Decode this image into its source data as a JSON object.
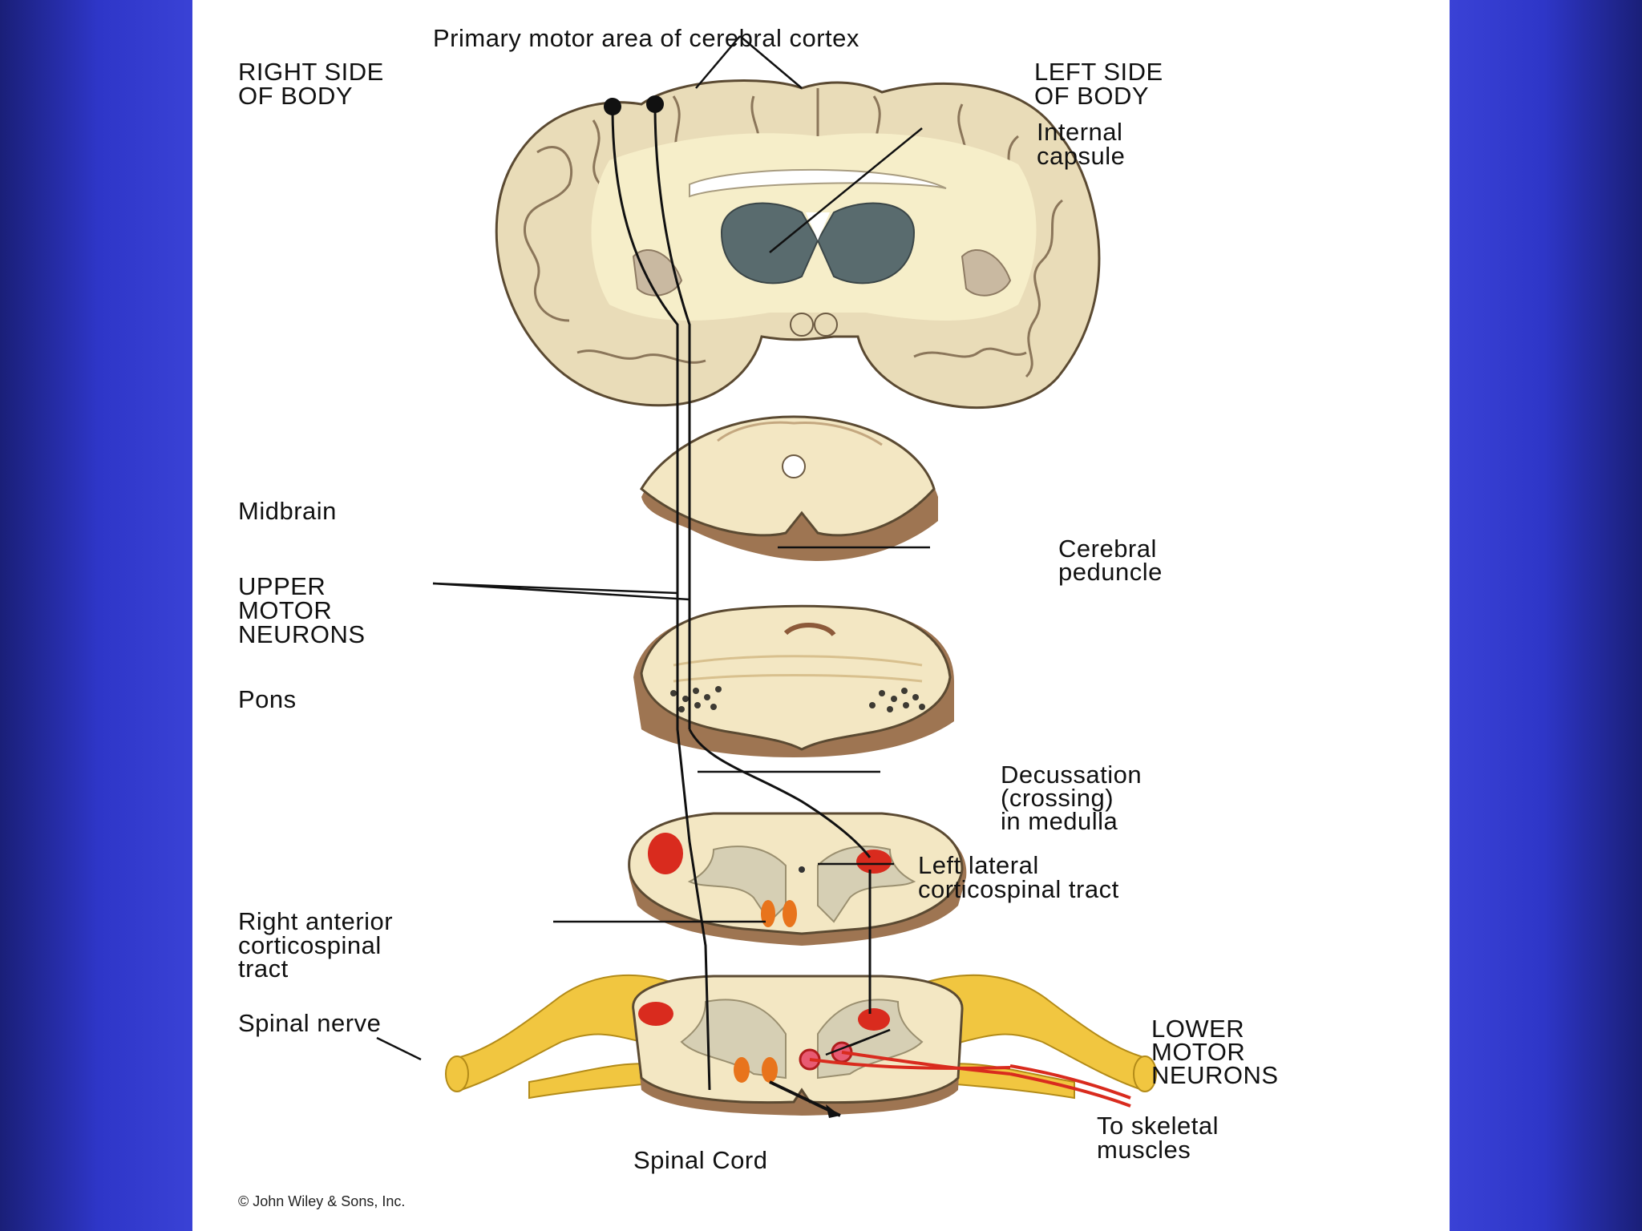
{
  "labels": {
    "primary_motor": "Primary motor area of cerebral cortex",
    "right_side_1": "RIGHT SIDE",
    "right_side_2": "OF BODY",
    "left_side_1": "LEFT SIDE",
    "left_side_2": "OF BODY",
    "internal_capsule_1": "Internal",
    "internal_capsule_2": "capsule",
    "midbrain": "Midbrain",
    "cerebral_peduncle_1": "Cerebral",
    "cerebral_peduncle_2": "peduncle",
    "upper_motor_1": "UPPER",
    "upper_motor_2": "MOTOR",
    "upper_motor_3": "NEURONS",
    "pons": "Pons",
    "decussation_1": "Decussation",
    "decussation_2": "(crossing)",
    "decussation_3": "in medulla",
    "left_lateral_1": "Left lateral",
    "left_lateral_2": "corticospinal tract",
    "right_anterior_1": "Right anterior",
    "right_anterior_2": "corticospinal",
    "right_anterior_3": "tract",
    "spinal_nerve": "Spinal nerve",
    "lower_motor_1": "LOWER",
    "lower_motor_2": "MOTOR",
    "lower_motor_3": "NEURONS",
    "skeletal_1": "To skeletal",
    "skeletal_2": "muscles",
    "spinal_cord": "Spinal Cord",
    "copyright": "© John Wiley & Sons, Inc."
  },
  "colors": {
    "background": "#3a42d6",
    "panel": "#ffffff",
    "tissue": "#e9dcb8",
    "tract_red": "#d92b1e",
    "tract_orange": "#e8741c",
    "nerve": "#f1c640"
  }
}
